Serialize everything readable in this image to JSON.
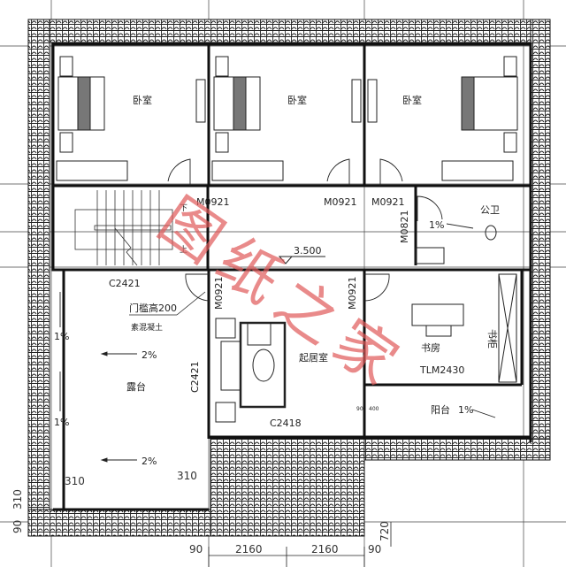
{
  "rooms": {
    "bedroom_1": "卧室",
    "bedroom_2": "卧室",
    "bedroom_3": "卧室",
    "public_bath": "公卫",
    "living": "起居室",
    "study": "书房",
    "bookcase": "书柜",
    "terrace": "露台",
    "balcony": "阳台"
  },
  "doors": {
    "stair_door": "M0921",
    "bed2_door": "M0921",
    "bed3_door": "M0921",
    "bath_door": "M0821",
    "living_door": "M0921",
    "study_door": "M0921",
    "study_sliding": "TLM2430"
  },
  "windows": {
    "stair_window": "C2421",
    "living_side_window": "C2421",
    "living_window": "C2418"
  },
  "notes": {
    "elevation": "3.500",
    "threshold": "门槛高200",
    "concrete": "素混凝土",
    "stair_down": "下",
    "stair_up": "上"
  },
  "slopes": {
    "terrace_top": "2%",
    "terrace_bottom": "2%",
    "terrace_side_1": "1%",
    "terrace_side_2": "1%",
    "bath": "1%",
    "balcony": "1%"
  },
  "dimensions": {
    "bottom": [
      "90",
      "2160",
      "2160",
      "90"
    ],
    "right_720": "720",
    "left_310": "310",
    "left_90": "90",
    "terrace_310_left": "310",
    "terrace_310_right": "310",
    "balcony_small": [
      "90",
      "400"
    ]
  },
  "watermark": "图纸之家",
  "colors": {
    "line": "#111111",
    "watermark": "#e05a5a"
  }
}
